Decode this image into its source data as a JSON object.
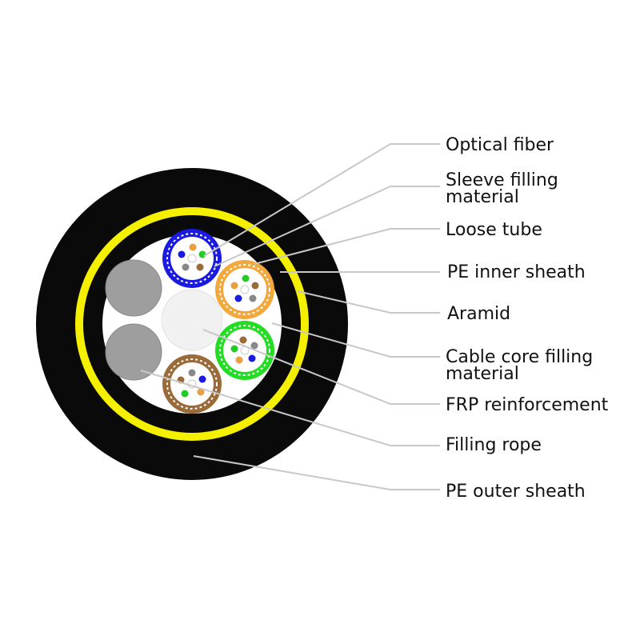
{
  "labels": [
    {
      "id": "optical-fiber",
      "lines": [
        "Optical fiber"
      ]
    },
    {
      "id": "sleeve-filling-material",
      "lines": [
        "Sleeve filling",
        "material"
      ]
    },
    {
      "id": "loose-tube",
      "lines": [
        "Loose tube"
      ]
    },
    {
      "id": "pe-inner-sheath",
      "lines": [
        "PE inner sheath"
      ]
    },
    {
      "id": "aramid",
      "lines": [
        "Aramid"
      ]
    },
    {
      "id": "cable-core-filling-material",
      "lines": [
        "Cable core filling",
        "material"
      ]
    },
    {
      "id": "frp-reinforcement",
      "lines": [
        "FRP reinforcement"
      ]
    },
    {
      "id": "filling-rope",
      "lines": [
        "Filling rope"
      ]
    },
    {
      "id": "pe-outer-sheath",
      "lines": [
        "PE outer sheath"
      ]
    }
  ],
  "colors": {
    "outer_sheath": "#0a0a0a",
    "aramid": "#f5f000",
    "inner_sheath": "#0a0a0a",
    "core": "#ffffff",
    "filling_rope": "#9e9e9e",
    "frp": "#f1f1f1",
    "tube_blue": "#1a1ae0",
    "tube_orange": "#f2a83a",
    "tube_green": "#22dd22",
    "tube_brown": "#9a6a38",
    "leader_line": "#c8c8c8"
  }
}
